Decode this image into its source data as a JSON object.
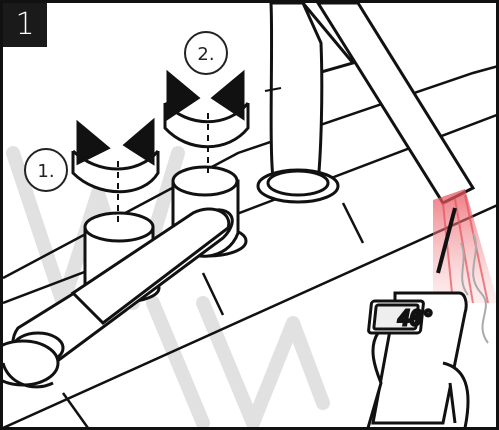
{
  "step": {
    "number": "1"
  },
  "callouts": {
    "first": "1.",
    "second": "2."
  },
  "thermometer": {
    "reading": "40°"
  },
  "watermark": "www",
  "colors": {
    "heat": "#e8505a",
    "ink": "#111111",
    "watermark": "#d9d9d9",
    "badge": "#1a1a1a"
  },
  "icons": [
    "rotate-arrows-icon",
    "rotate-arrows-icon",
    "infrared-beam-icon",
    "steam-icon",
    "thermometer-icon"
  ]
}
